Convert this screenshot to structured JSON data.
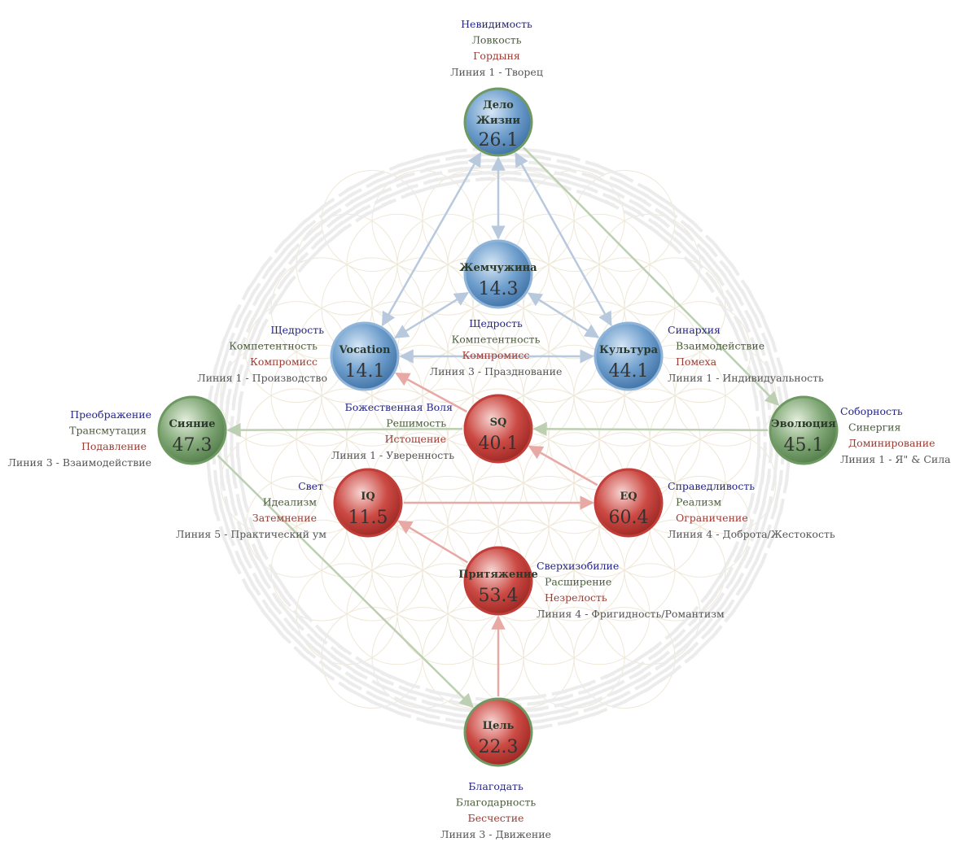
{
  "nodes": [
    {
      "id": "delo",
      "name": [
        "Дело",
        "Жизни"
      ],
      "value": "26.1",
      "ring": "green",
      "fill": "blue"
    },
    {
      "id": "pearl",
      "name": [
        "Жемчужина"
      ],
      "value": "14.3",
      "ring": "blue",
      "fill": "blue"
    },
    {
      "id": "vocation",
      "name": [
        "Vocation"
      ],
      "value": "14.1",
      "ring": "blue",
      "fill": "blue"
    },
    {
      "id": "culture",
      "name": [
        "Культура"
      ],
      "value": "44.1",
      "ring": "blue",
      "fill": "blue"
    },
    {
      "id": "radiance",
      "name": [
        "Сияние"
      ],
      "value": "47.3",
      "ring": "green",
      "fill": "green"
    },
    {
      "id": "evolution",
      "name": [
        "Эволюция"
      ],
      "value": "45.1",
      "ring": "green",
      "fill": "green"
    },
    {
      "id": "sq",
      "name": [
        "SQ"
      ],
      "value": "40.1",
      "ring": "red",
      "fill": "red"
    },
    {
      "id": "iq",
      "name": [
        "IQ"
      ],
      "value": "11.5",
      "ring": "red",
      "fill": "red"
    },
    {
      "id": "eq",
      "name": [
        "EQ"
      ],
      "value": "60.4",
      "ring": "red",
      "fill": "red"
    },
    {
      "id": "attraction",
      "name": [
        "Притяжение"
      ],
      "value": "53.4",
      "ring": "red",
      "fill": "red"
    },
    {
      "id": "purpose",
      "name": [
        "Цель"
      ],
      "value": "22.3",
      "ring": "green",
      "fill": "red"
    }
  ],
  "labels": [
    {
      "id": "delo",
      "lines": [
        "Невидимость",
        "Ловкость",
        "Гордыня",
        "Линия 1 - Творец"
      ]
    },
    {
      "id": "pearl",
      "lines": [
        "Щедрость",
        "Компетентность",
        "Компромисс",
        "Линия 3 - Празднование"
      ]
    },
    {
      "id": "vocation",
      "lines": [
        "Щедрость",
        "Компетентность",
        "Компромисс",
        "Линия 1 - Производство"
      ]
    },
    {
      "id": "culture",
      "lines": [
        "Синархия",
        "Взаимодействие",
        "Помеха",
        "Линия 1 - Индивидуальность"
      ]
    },
    {
      "id": "radiance",
      "lines": [
        "Преображение",
        "Трансмутация",
        "Подавление",
        "Линия 3 - Взаимодействие"
      ]
    },
    {
      "id": "evolution",
      "lines": [
        "Соборность",
        "Синергия",
        "Доминирование",
        "Линия 1 - Я\" & Сила"
      ]
    },
    {
      "id": "sq",
      "lines": [
        "Божественная Воля",
        "Решимость",
        "Истощение",
        "Линия 1 - Уверенность"
      ]
    },
    {
      "id": "iq",
      "lines": [
        "Свет",
        "Идеализм",
        "Затемнение",
        "Линия 5 - Практический ум"
      ]
    },
    {
      "id": "eq",
      "lines": [
        "Справедливость",
        "Реализм",
        "Ограничение",
        "Линия 4 - Доброта/Жестокость"
      ]
    },
    {
      "id": "attraction",
      "lines": [
        "Сверхизобилие",
        "Расширение",
        "Незрелость",
        "Линия 4 - Фригидность/Романтизм"
      ]
    },
    {
      "id": "purpose",
      "lines": [
        "Благодать",
        "Благодарность",
        "Бесчестие",
        "Линия 3 - Движение"
      ]
    }
  ],
  "edges": [
    {
      "from": "delo",
      "to": "pearl",
      "kind": "blue",
      "both": true
    },
    {
      "from": "delo",
      "to": "vocation",
      "kind": "blue",
      "both": true
    },
    {
      "from": "delo",
      "to": "culture",
      "kind": "blue",
      "both": true
    },
    {
      "from": "pearl",
      "to": "vocation",
      "kind": "blue",
      "both": true
    },
    {
      "from": "pearl",
      "to": "culture",
      "kind": "blue",
      "both": true
    },
    {
      "from": "vocation",
      "to": "culture",
      "kind": "blue",
      "both": true
    },
    {
      "from": "delo",
      "to": "evolution",
      "kind": "green",
      "both": false
    },
    {
      "from": "evolution",
      "to": "sq",
      "kind": "green",
      "both": false
    },
    {
      "from": "sq",
      "to": "radiance",
      "kind": "green",
      "both": false
    },
    {
      "from": "radiance",
      "to": "purpose",
      "kind": "green",
      "both": false
    },
    {
      "from": "sq",
      "to": "vocation",
      "kind": "red",
      "both": false
    },
    {
      "from": "eq",
      "to": "sq",
      "kind": "red",
      "both": false
    },
    {
      "from": "iq",
      "to": "eq",
      "kind": "red",
      "both": false
    },
    {
      "from": "attraction",
      "to": "iq",
      "kind": "red",
      "both": false
    },
    {
      "from": "purpose",
      "to": "attraction",
      "kind": "red",
      "both": false
    }
  ],
  "colors": {
    "line_colors": [
      "#24248a",
      "#4a5e3a",
      "#9b3b33",
      "#555555"
    ],
    "edge_blue": "#b8c9de",
    "edge_green": "#bccfb0",
    "edge_red": "#e8a9a4",
    "fill_blue": "#4f86bd",
    "fill_green": "#5c8a55",
    "fill_red": "#b32f2c",
    "ring_blue": "#8fb4d9",
    "ring_green": "#6e9a62",
    "ring_red": "#c23e39"
  }
}
